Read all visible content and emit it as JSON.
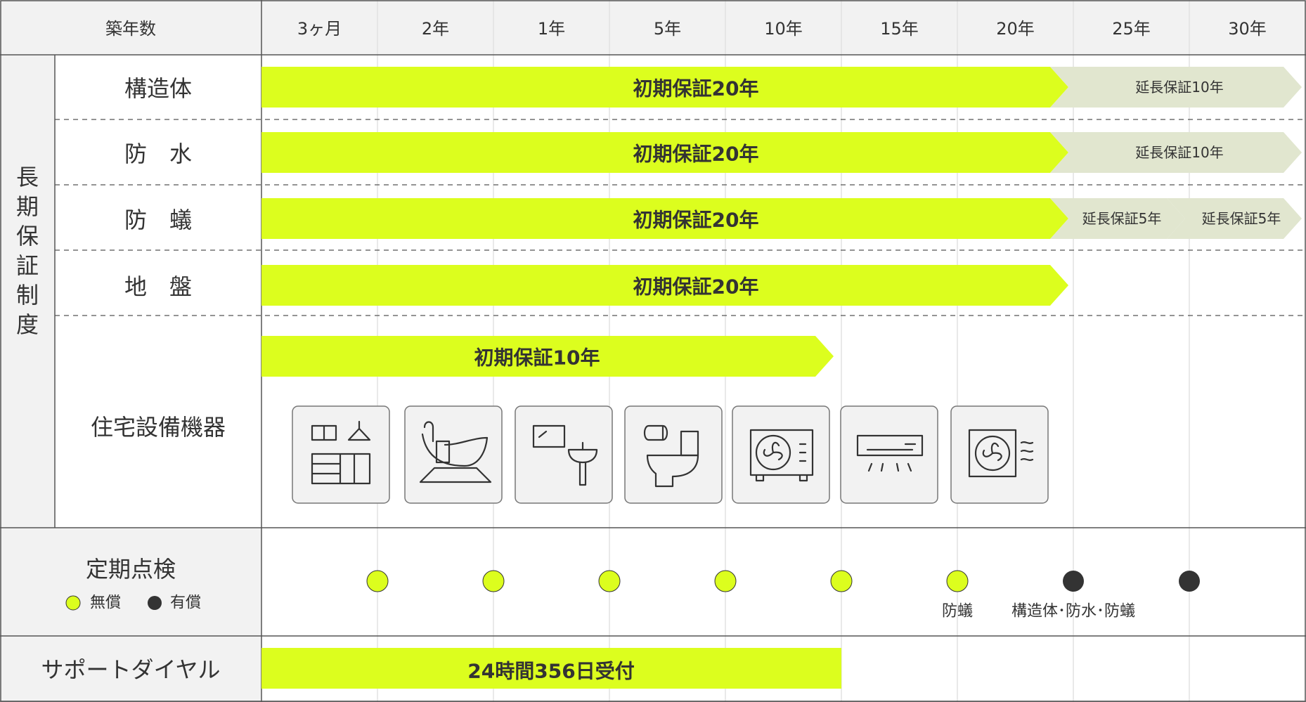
{
  "colors": {
    "accent": "#dcfe1e",
    "extension": "#e1e6cf",
    "header_bg": "#f2f2f2",
    "grid": "#e2e2e2",
    "line": "#555555",
    "paid_dot": "#333333"
  },
  "header": {
    "label": "築年数",
    "years": [
      "3ヶ月",
      "2年",
      "1年",
      "5年",
      "10年",
      "15年",
      "20年",
      "25年",
      "30年"
    ]
  },
  "section_long": {
    "label_chars": [
      "長",
      "期",
      "保",
      "証",
      "制",
      "度"
    ],
    "rows": [
      {
        "label": "構造体",
        "initial": "初期保証20年",
        "extensions": [
          "延長保証10年"
        ]
      },
      {
        "label": "防　水",
        "initial": "初期保証20年",
        "extensions": [
          "延長保証10年"
        ]
      },
      {
        "label": "防　蟻",
        "initial": "初期保証20年",
        "extensions": [
          "延長保証5年",
          "延長保証5年"
        ]
      },
      {
        "label": "地　盤",
        "initial": "初期保証20年",
        "extensions": []
      }
    ],
    "equipment": {
      "label": "住宅設備機器",
      "initial": "初期保証10年",
      "icons": [
        "kitchen-icon",
        "bathtub-icon",
        "washbasin-icon",
        "toilet-icon",
        "outdoor-unit-icon",
        "air-conditioner-icon",
        "ventilation-fan-icon"
      ]
    }
  },
  "inspection": {
    "label": "定期点検",
    "legend_free": "無償",
    "legend_paid": "有償",
    "dots": [
      {
        "status": "free"
      },
      {
        "status": "free"
      },
      {
        "status": "free"
      },
      {
        "status": "free"
      },
      {
        "status": "free"
      },
      {
        "status": "free",
        "note": "防蟻"
      },
      {
        "status": "paid",
        "note": "構造体･防水･防蟻"
      },
      {
        "status": "paid"
      }
    ]
  },
  "support": {
    "label": "サポートダイヤル",
    "bar": "24時間356日受付"
  }
}
